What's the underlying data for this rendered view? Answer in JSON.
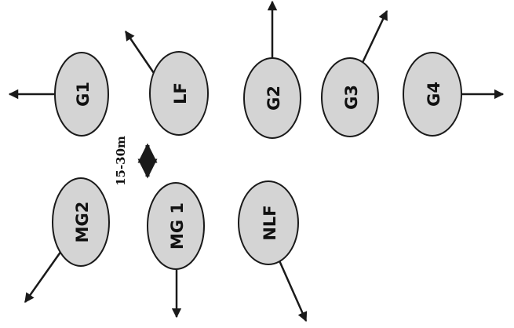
{
  "nodes": [
    {
      "id": "g1",
      "label": "G1"
    },
    {
      "id": "lf",
      "label": "LF"
    },
    {
      "id": "g2",
      "label": "G2"
    },
    {
      "id": "g3",
      "label": "G3"
    },
    {
      "id": "g4",
      "label": "G4"
    },
    {
      "id": "mg2",
      "label": "MG2"
    },
    {
      "id": "mg1",
      "label": "MG 1"
    },
    {
      "id": "nlf",
      "label": "NLF"
    }
  ],
  "distance_label": "15-30m",
  "colors": {
    "node_fill": "#d4d4d4",
    "node_stroke": "#1a1a1a",
    "arrow": "#1a1a1a",
    "text": "#111111"
  }
}
